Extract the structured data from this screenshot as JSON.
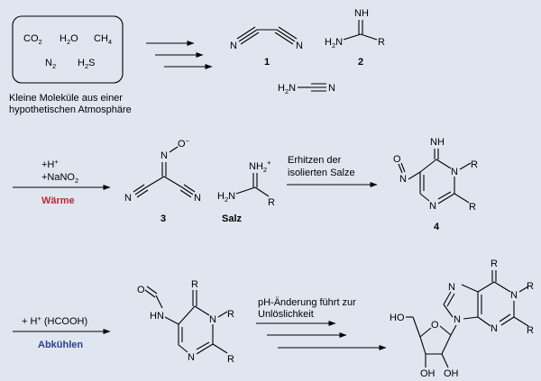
{
  "colors": {
    "background": "#dfe6ef",
    "heating": "#c0273a",
    "cooling": "#2e3f8f"
  },
  "atmosphere_box": {
    "molecules": [
      "CO2",
      "H2O",
      "CH4",
      "N2",
      "H2S"
    ],
    "caption_line1": "Kleine Moleküle aus einer",
    "caption_line2": "hypothetischen Atmosphäre"
  },
  "stage1": {
    "compound1_label": "1",
    "compound2_label": "2",
    "compound1_atoms": [
      "N",
      "N"
    ],
    "compound2_atoms": [
      "NH",
      "H2N",
      "R"
    ],
    "cyanamide_atoms": [
      "H2N",
      "N"
    ]
  },
  "stage2": {
    "reagent_line1": "+H+",
    "reagent_line2": "+NaNO2",
    "condition": "Wärme",
    "compound3_label": "3",
    "salt_label": "Salz",
    "step_text_line1": "Erhitzen der",
    "step_text_line2": "isolierten Salze",
    "compound4_label": "4",
    "compound3_atoms": [
      "N",
      "O−",
      "N",
      "N"
    ],
    "salt_atoms": [
      "NH2+",
      "H2N",
      "R"
    ],
    "compound4_atoms": [
      "O",
      "N",
      "NH",
      "N",
      "R",
      "N",
      "R"
    ]
  },
  "stage3": {
    "reagent": "+ H+ (HCOOH)",
    "condition": "Abkühlen",
    "step_text_line1": "pH-Änderung führt zur",
    "step_text_line2": "Unlöslichkeit",
    "formyl_atoms": [
      "O",
      "HN",
      "R",
      "N",
      "R",
      "N",
      "R"
    ],
    "nucleoside_atoms": [
      "R",
      "N",
      "R",
      "N",
      "R",
      "N",
      "N",
      "O",
      "HO",
      "OH",
      "OH"
    ]
  }
}
